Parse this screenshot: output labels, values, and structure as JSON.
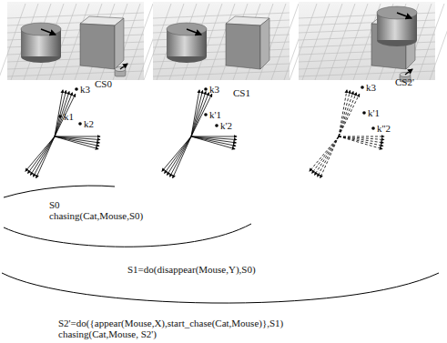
{
  "diagram": {
    "labels": [
      "CS0",
      "k3",
      "k1",
      "k2",
      "CS1",
      "k3",
      "k'1",
      "k'2",
      "CS2'",
      "k3",
      "k'1",
      "k''2",
      "S0",
      "chasing(Cat,Mouse,S0)",
      "S1=do(disappear(Mouse,Y),S0)",
      "S2'=do({appear(Mouse,X),start_chase(Cat,Mouse)},S1)",
      "chasing(Cat,Mouse, S2')"
    ]
  }
}
